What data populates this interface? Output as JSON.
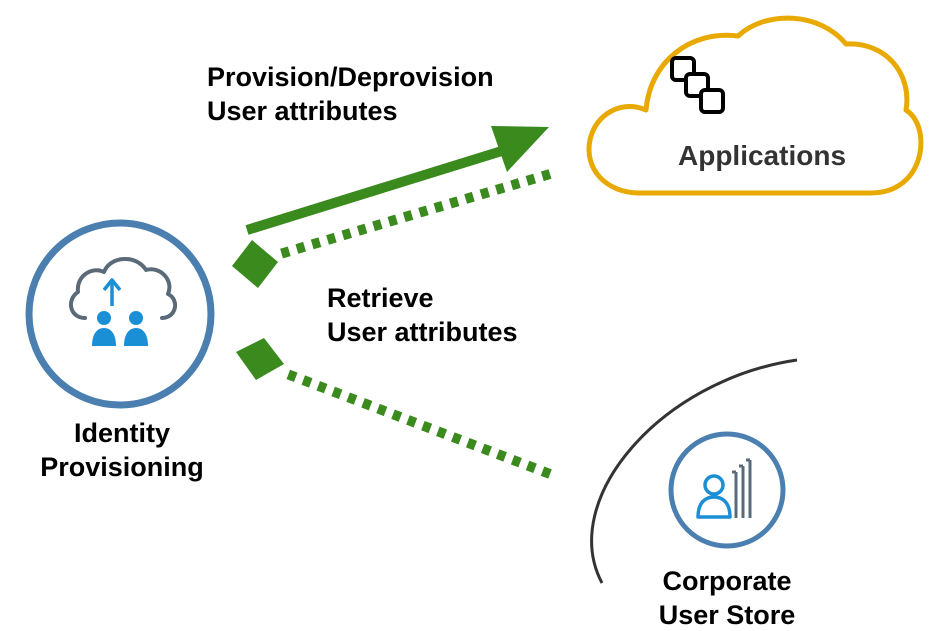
{
  "arrows": {
    "provision": {
      "line1": "Provision/Deprovision",
      "line2": "User attributes"
    },
    "retrieve": {
      "line1": "Retrieve",
      "line2": "User attributes"
    }
  },
  "nodes": {
    "identity_provisioning": {
      "line1": "Identity",
      "line2": "Provisioning",
      "icon": "cloud-users-upload-icon"
    },
    "applications": {
      "label": "Applications",
      "icon": "linked-squares-icon"
    },
    "corporate_user_store": {
      "line1": "Corporate",
      "line2": "User Store",
      "icon": "user-directory-icon"
    }
  },
  "colors": {
    "arrow_green": "#3a8a1e",
    "ring_blue": "#4a7fb0",
    "icon_blue": "#1a8fd6",
    "icon_gray": "#5a6a78",
    "cloud_gold": "#e8a900",
    "arc_dark": "#333333"
  }
}
